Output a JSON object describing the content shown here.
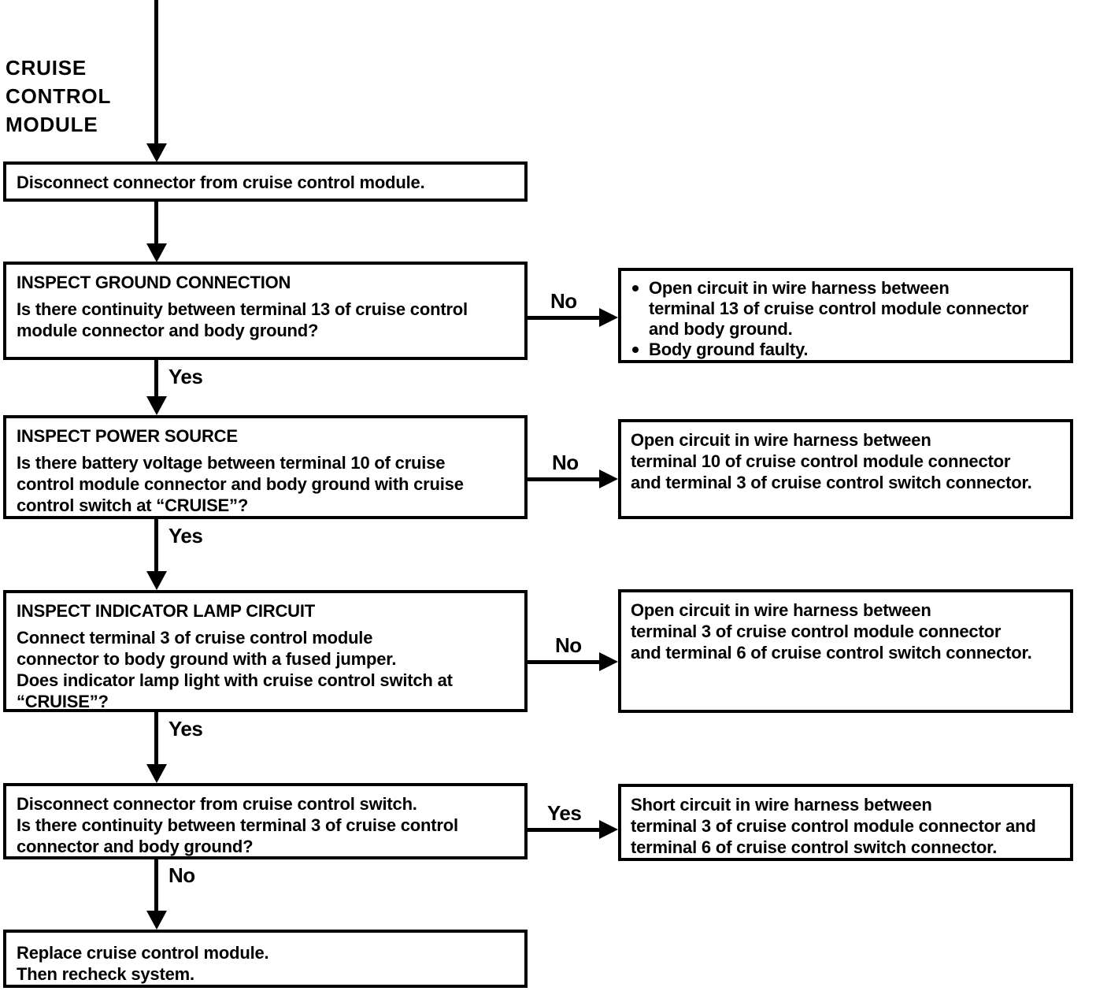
{
  "colors": {
    "ink": "#000000",
    "paper": "#ffffff"
  },
  "diagram_label": {
    "lines": [
      "CRUISE",
      "CONTROL",
      "MODULE"
    ]
  },
  "steps": [
    {
      "lines": [
        "Disconnect connector from cruise control module."
      ]
    },
    {
      "title": "INSPECT GROUND CONNECTION",
      "lines": [
        "Is there continuity between terminal 13 of cruise control",
        "module connector and body ground?"
      ],
      "down_label": "Yes",
      "branch_label": "No"
    },
    {
      "title": "INSPECT POWER SOURCE",
      "lines": [
        "Is there battery voltage between terminal 10 of cruise",
        "control module connector and body ground with cruise",
        "control switch at “CRUISE”?"
      ],
      "down_label": "Yes",
      "branch_label": "No"
    },
    {
      "title": "INSPECT INDICATOR LAMP CIRCUIT",
      "lines": [
        "Connect terminal 3 of cruise control module",
        "connector to body ground with a fused jumper.",
        "Does indicator lamp light with cruise control switch at",
        "“CRUISE”?"
      ],
      "down_label": "Yes",
      "branch_label": "No"
    },
    {
      "lines": [
        "Disconnect connector from cruise control switch.",
        "Is there continuity between terminal 3 of cruise control",
        "connector and body ground?"
      ],
      "down_label": "No",
      "branch_label": "Yes"
    },
    {
      "lines": [
        "Replace cruise control module.",
        "Then recheck system."
      ]
    }
  ],
  "results": [
    {
      "bullets": [
        {
          "lines": [
            "Open circuit in wire harness between",
            "terminal 13 of cruise control module connector",
            "and body ground."
          ]
        },
        {
          "lines": [
            "Body ground faulty."
          ]
        }
      ]
    },
    {
      "lines": [
        "Open circuit in wire harness between",
        "terminal 10 of cruise control module connector",
        "and terminal 3 of cruise control switch connector."
      ]
    },
    {
      "lines": [
        "Open circuit in wire harness between",
        "terminal 3 of cruise control module connector",
        "and terminal 6 of cruise control switch connector."
      ]
    },
    {
      "lines": [
        "Short circuit in wire harness between",
        "terminal 3 of cruise control module connector and",
        "terminal 6 of cruise control switch connector."
      ]
    }
  ]
}
